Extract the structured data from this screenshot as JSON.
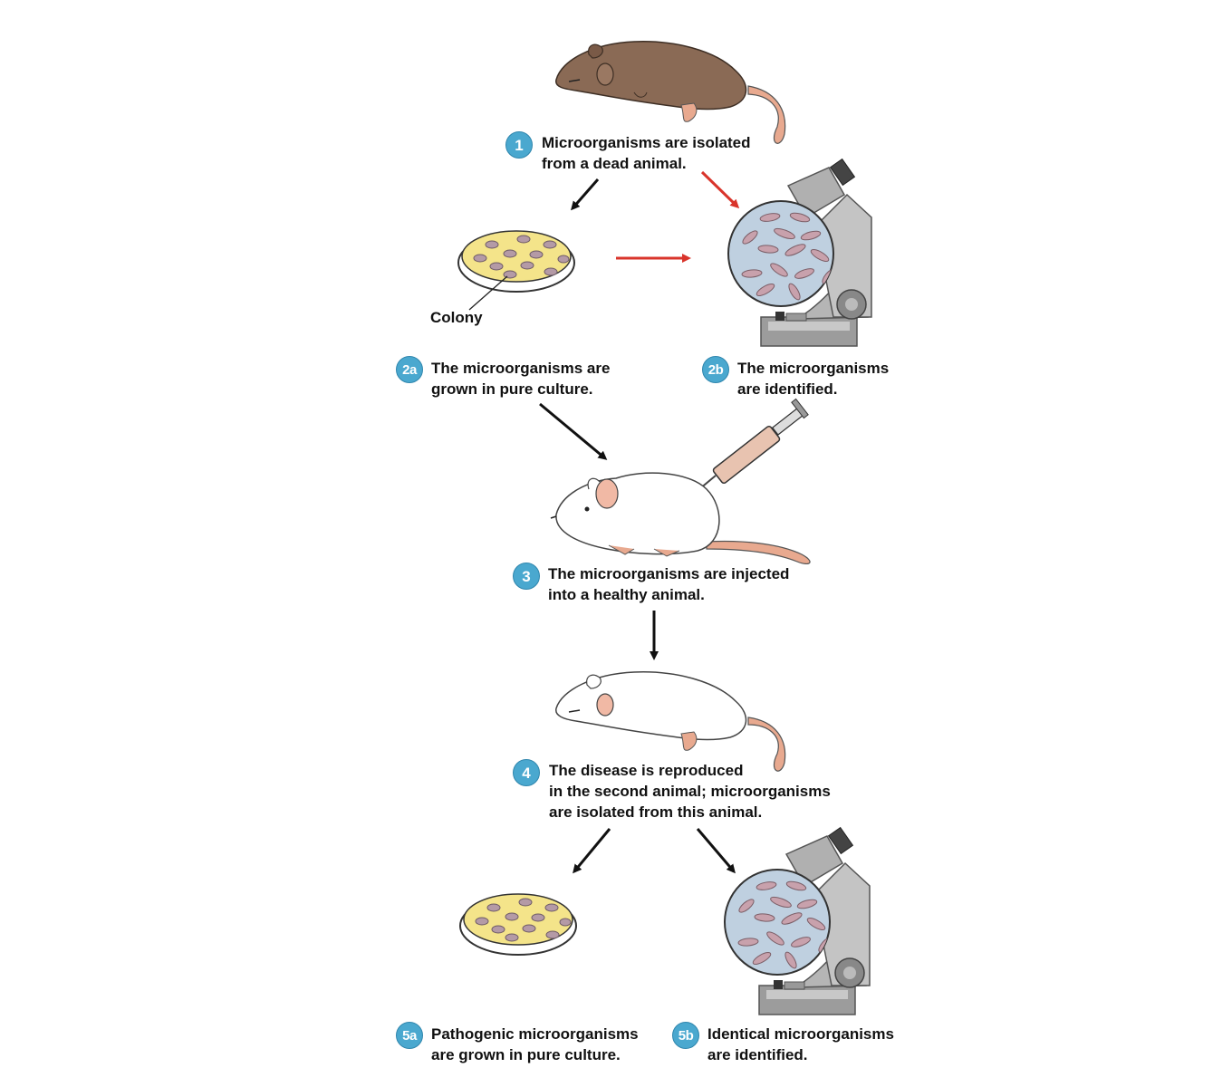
{
  "steps": {
    "s1": {
      "badge": "1",
      "line1": "Microorganisms are isolated",
      "line2": "from a dead animal."
    },
    "s2a": {
      "badge": "2a",
      "line1": "The microorganisms are",
      "line2": "grown in pure culture."
    },
    "s2b": {
      "badge": "2b",
      "line1": "The microorganisms",
      "line2": "are identified."
    },
    "s3": {
      "badge": "3",
      "line1": "The microorganisms are injected",
      "line2": "into a healthy animal."
    },
    "s4": {
      "badge": "4",
      "line1": "The disease is reproduced",
      "line2": "in the second animal; microorganisms",
      "line3": "are isolated from this animal."
    },
    "s5a": {
      "badge": "5a",
      "line1": "Pathogenic microorganisms",
      "line2": "are grown in pure culture."
    },
    "s5b": {
      "badge": "5b",
      "line1": "Identical microorganisms",
      "line2": "are identified."
    }
  },
  "labels": {
    "colony": "Colony"
  },
  "colors": {
    "badge": "#4aa8cf",
    "arrow_black": "#111111",
    "arrow_red": "#d9342b",
    "agar": "#f4e48a",
    "colony": "#b49aa6",
    "mouse_dead": "#8a6a55",
    "tail": "#e8a98f"
  },
  "icons": [
    "dead-brown-mouse",
    "petri-dish",
    "microscope",
    "syringe",
    "healthy-white-mouse",
    "sick-white-mouse"
  ]
}
